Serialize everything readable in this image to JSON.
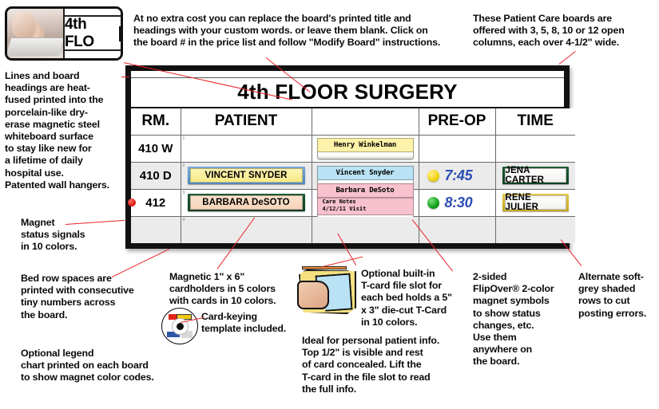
{
  "photo_card": {
    "name": "typing-photo-thumbnail",
    "typed_value": "4th FLO",
    "caret": "|"
  },
  "annotations": {
    "custom_words": "At no extra cost you can replace the board's printed title and\nheadings with your custom words. or leave them blank. Click on\nthe board # in the price list and follow \"Modify Board\" instructions.",
    "columns_offered": "These Patient Care boards are\noffered with 3, 5, 8, 10 or 12  open\ncolumns, each over 4-1/2\" wide.",
    "heat_fused_line1": "Lines and board\nheadings are heat-\nfused printed into the\nporcelain-like dry-\nerase magnetic steel\nwhiteboard surface\nto stay like new for\na lifetime of daily\nhospital use.",
    "heat_fused_line2": "Patented wall hangers.",
    "magnet_signals": "Magnet\nstatus signals\nin 10 colors.",
    "bed_row_numbers": "Bed row spaces are\nprinted with consecutive\ntiny numbers across\nthe board.",
    "legend_chart": "Optional legend\nchart printed on each board\nto show magnet color codes.",
    "cardholders": "Magnetic 1\" x 6\"\ncardholders in 5 colors\nwith cards in 10 colors.",
    "card_keying": "Card-keying\ntemplate included.",
    "tcard_slot": "Optional built-in\nT-card file slot for\neach bed holds a 5\"\nx 3\" die-cut T-Card\nin 10 colors.",
    "tcard_slot_cont": "Ideal for personal patient info.\n   Top 1/2\" is visible and rest\nof card concealed. Lift the\nT-card in the file slot to read\nthe full info.",
    "flipover": "2-sided\nFlipOver® 2-color\nmagnet symbols\nto show status\nchanges, etc.\n   Use them\nanywhere on\nthe board.",
    "shaded_rows": "Alternate soft-\ngrey shaded\nrows to cut\nposting errors."
  },
  "board": {
    "title": "4th FLOOR  SURGERY",
    "columns": [
      "RM.",
      "PATIENT",
      "",
      "PRE-OP",
      "TIME"
    ],
    "rows": [
      {
        "number": "1",
        "room": "410 W",
        "magnet": null,
        "patient_card": null,
        "tcards": [
          {
            "text": "Henry  Winkelman",
            "color": "tc-yellow",
            "notes": null
          }
        ],
        "preop_signal": null,
        "preop_time": "",
        "time_card": null,
        "shaded": false
      },
      {
        "number": "2",
        "room": "410 D",
        "magnet": null,
        "patient_card": {
          "text": "VINCENT SNYDER",
          "holder": "holder-blue",
          "card": "card-yellow"
        },
        "tcards": [
          {
            "text": "Vincent  Snyder",
            "color": "tc-blue",
            "notes": null
          }
        ],
        "preop_signal": "sig-yellow",
        "preop_time": "7:45",
        "time_card": {
          "text": "JENA CARTER",
          "holder": "holder-green",
          "card": "card-white"
        },
        "shaded": true
      },
      {
        "number": "3",
        "room": "412",
        "magnet": "red",
        "patient_card": {
          "text": "BARBARA DeSOTO",
          "holder": "holder-green",
          "card": "card-peach"
        },
        "tcards": [
          {
            "text": "Barbara  DeSoto",
            "color": "tc-pink",
            "notes": "Care Notes\n4/12/11 Visit"
          }
        ],
        "preop_signal": "sig-green",
        "preop_time": "8:30",
        "time_card": {
          "text": "RENE  JULIER",
          "holder": "holder-gold",
          "card": "card-white"
        },
        "shaded": false
      },
      {
        "number": "4",
        "room": "",
        "magnet": null,
        "patient_card": null,
        "tcards": [],
        "preop_signal": null,
        "preop_time": "",
        "time_card": null,
        "shaded": true
      }
    ]
  },
  "colors": {
    "leader_line": "#e8232a",
    "magnet_red": "#e01b15",
    "signal_yellow": "#f2d413",
    "signal_green": "#14a31c",
    "preop_time_blue": "#2b4db5",
    "holder_blue": "#4f86bf",
    "holder_green": "#1d5c35",
    "holder_gold": "#c6a71f",
    "shaded_row": "#ebebeb"
  }
}
